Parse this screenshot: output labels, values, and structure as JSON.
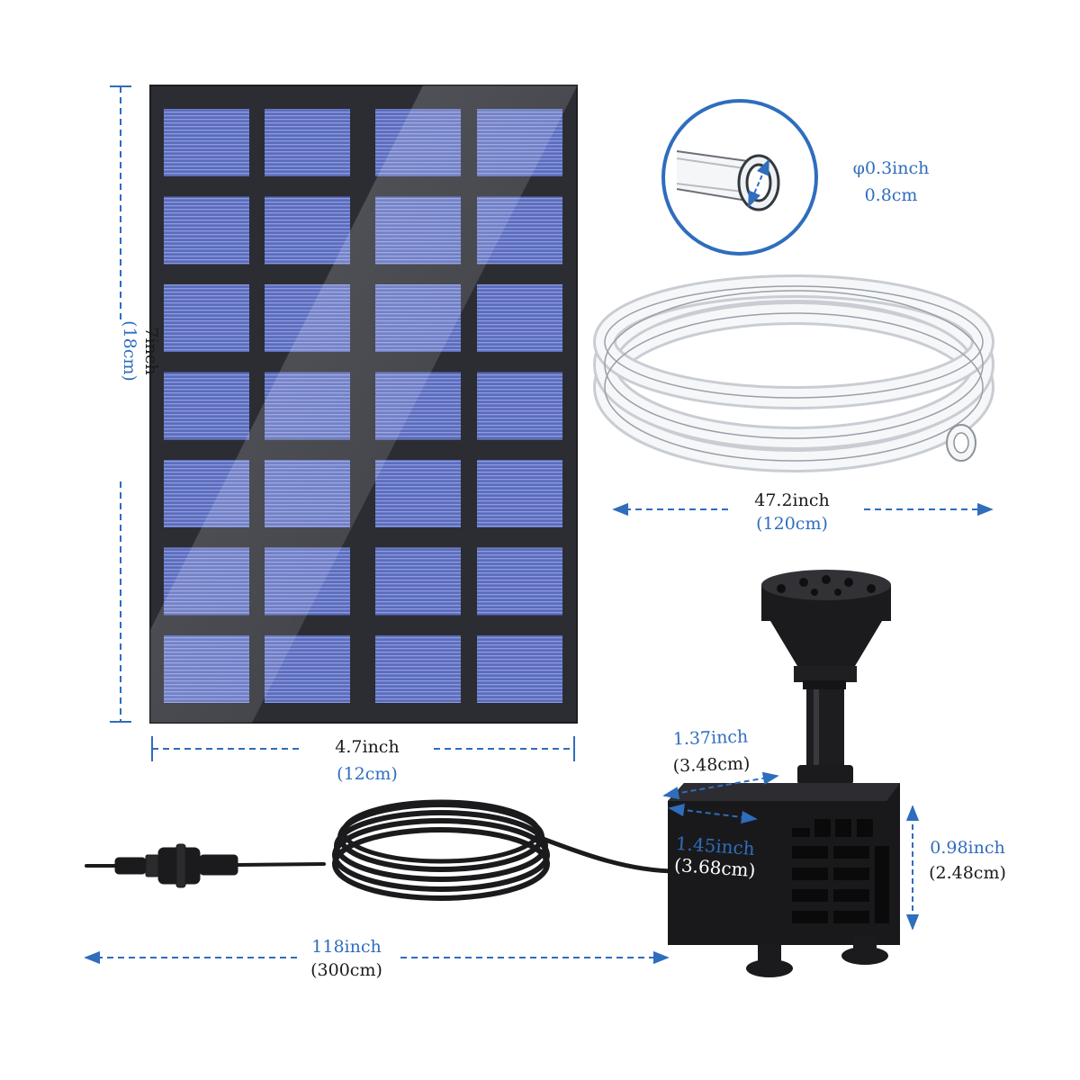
{
  "solar_panel": {
    "height": {
      "imperial": "7inch",
      "metric": "(18cm)"
    },
    "width": {
      "imperial": "4.7inch",
      "metric": "(12cm)"
    }
  },
  "tube": {
    "diameter": {
      "imperial": "φ0.3inch",
      "metric": "0.8cm"
    },
    "length": {
      "imperial": "47.2inch",
      "metric": "(120cm)"
    }
  },
  "pump": {
    "depth": {
      "imperial": "1.37inch",
      "metric": "(3.48cm)"
    },
    "width": {
      "imperial": "1.45inch",
      "metric": "(3.68cm)"
    },
    "height": {
      "imperial": "0.98inch",
      "metric": "(2.48cm)"
    }
  },
  "cable": {
    "length": {
      "imperial": "118inch",
      "metric": "(300cm)"
    }
  },
  "colors": {
    "dimension": "#2f6dbd",
    "panel_frame": "#2b2d33",
    "cell": "#5a6bb8",
    "pump_body": "#1b1b1d"
  }
}
